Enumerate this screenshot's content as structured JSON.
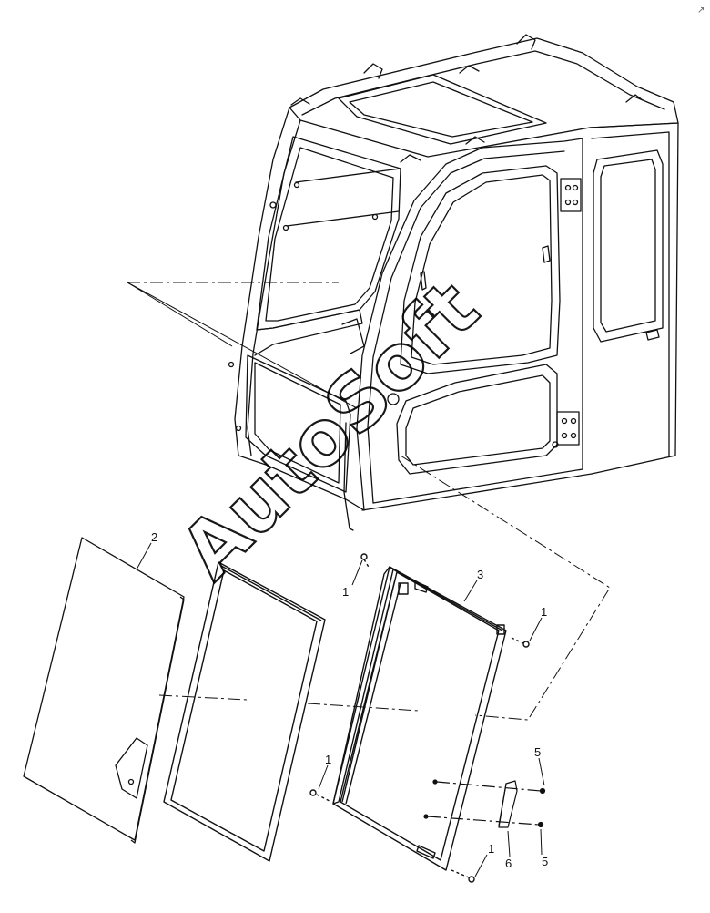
{
  "diagram": {
    "watermark": "AutoSoft",
    "corner_mark": "↗",
    "callouts": [
      "1",
      "2",
      "3",
      "1",
      "1",
      "1",
      "5",
      "5",
      "6"
    ]
  },
  "colors": {
    "line": "#111111",
    "background": "#ffffff"
  }
}
